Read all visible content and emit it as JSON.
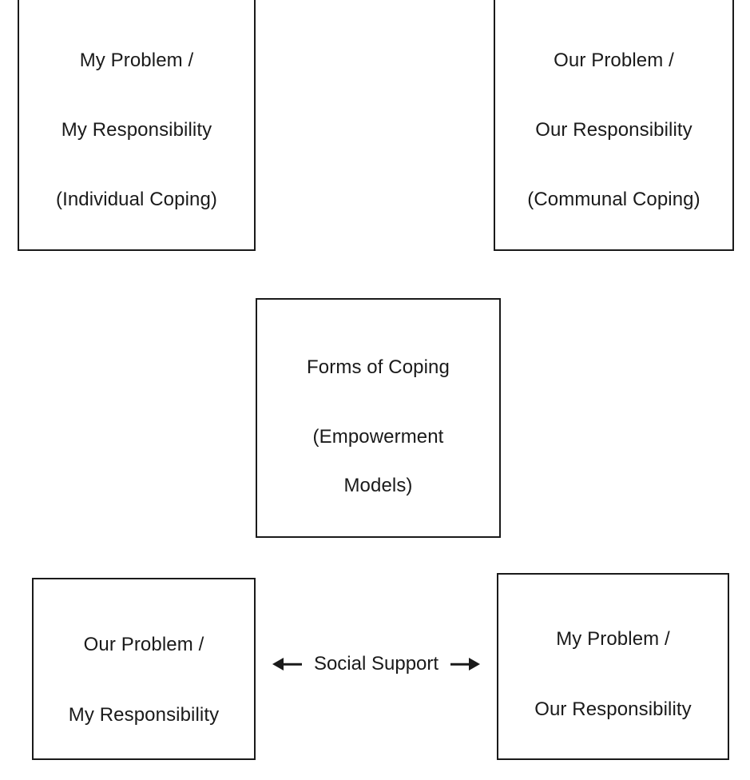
{
  "diagram": {
    "title": "Forms of Coping (Empowerment Models)",
    "background_color": "#ffffff",
    "stroke_color": "#1a1a1a",
    "nodes": {
      "individual_coping": {
        "lines": [
          "My Problem /",
          "My Responsibility",
          "(Individual Coping)"
        ]
      },
      "communal_coping": {
        "lines": [
          "Our Problem /",
          "Our Responsibility",
          "(Communal Coping)"
        ]
      },
      "center": {
        "lines": [
          "Forms of Coping",
          "(Empowerment",
          "Models)"
        ]
      },
      "our_problem_my_responsibility": {
        "lines": [
          "Our Problem /",
          "My Responsibility"
        ]
      },
      "my_problem_our_responsibility": {
        "lines": [
          "My Problem /",
          "Our Responsibility"
        ]
      }
    },
    "connector": {
      "label": "Social Support",
      "left_arrow": "arrow-left-icon",
      "right_arrow": "arrow-right-icon"
    }
  }
}
